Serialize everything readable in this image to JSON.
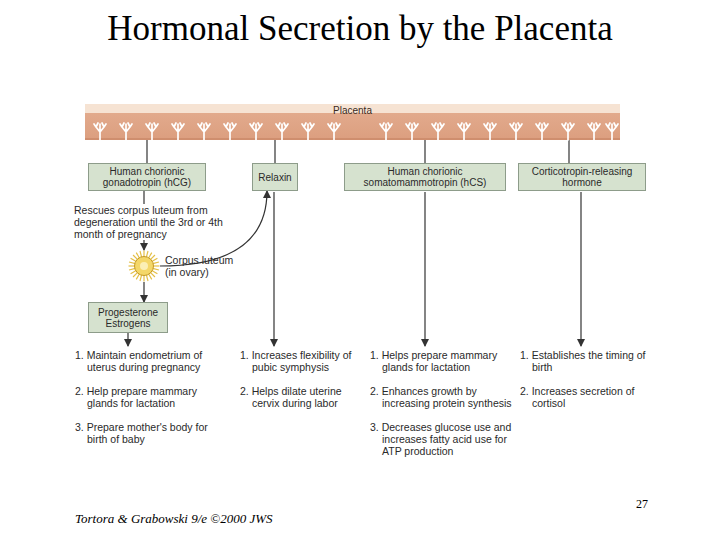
{
  "diagram": {
    "title": "Hormonal Secretion by the Placenta",
    "nodes": [
      {
        "text": [
          "Placenta"
        ]
      },
      {
        "text": [
          "Human chorionic gonadotropin (hCG)"
        ]
      },
      {
        "text": [
          "Relaxin"
        ]
      },
      {
        "text": [
          "Human chorionic somatomammotropin (hCS)"
        ]
      },
      {
        "text": [
          "Corticotropin-releasing hormone"
        ]
      },
      {
        "text": [
          "Corpus luteum (in ovary)"
        ]
      },
      {
        "text": [
          "Progesterone Estrogens"
        ]
      }
    ],
    "edges": [
      {
        "from": 0,
        "to": 1,
        "arrow": "none"
      },
      {
        "from": 0,
        "to": 2,
        "arrow": "none"
      },
      {
        "from": 0,
        "to": 3,
        "arrow": "none"
      },
      {
        "from": 0,
        "to": 4,
        "arrow": "none"
      },
      {
        "from": 1,
        "to": 5,
        "arrow": "to",
        "label": "Rescues corpus luteum from degeneration until the 3rd or 4th month of pregnancy"
      },
      {
        "from": 5,
        "to": 2,
        "arrow": "to"
      },
      {
        "from": 5,
        "to": 6,
        "arrow": "to"
      }
    ],
    "labels": [
      "1. Maintain endometrium of uterus during pregnancy",
      "2. Help prepare mammary glands for lactation",
      "3. Prepare mother's body for birth of baby",
      "1. Increases flexibility of pubic symphysis",
      "2. Helps dilate uterine cervix during labor",
      "1. Helps prepare mammary glands for lactation",
      "2. Enhances growth by increasing protein synthesis",
      "3. Decreases glucose use and increases fatty acid use for ATP production",
      "1. Establishes the timing of birth",
      "2. Increases secretion of cortisol",
      "27",
      "Tortora & Grabowski 9/e ©2000 JWS"
    ]
  }
}
